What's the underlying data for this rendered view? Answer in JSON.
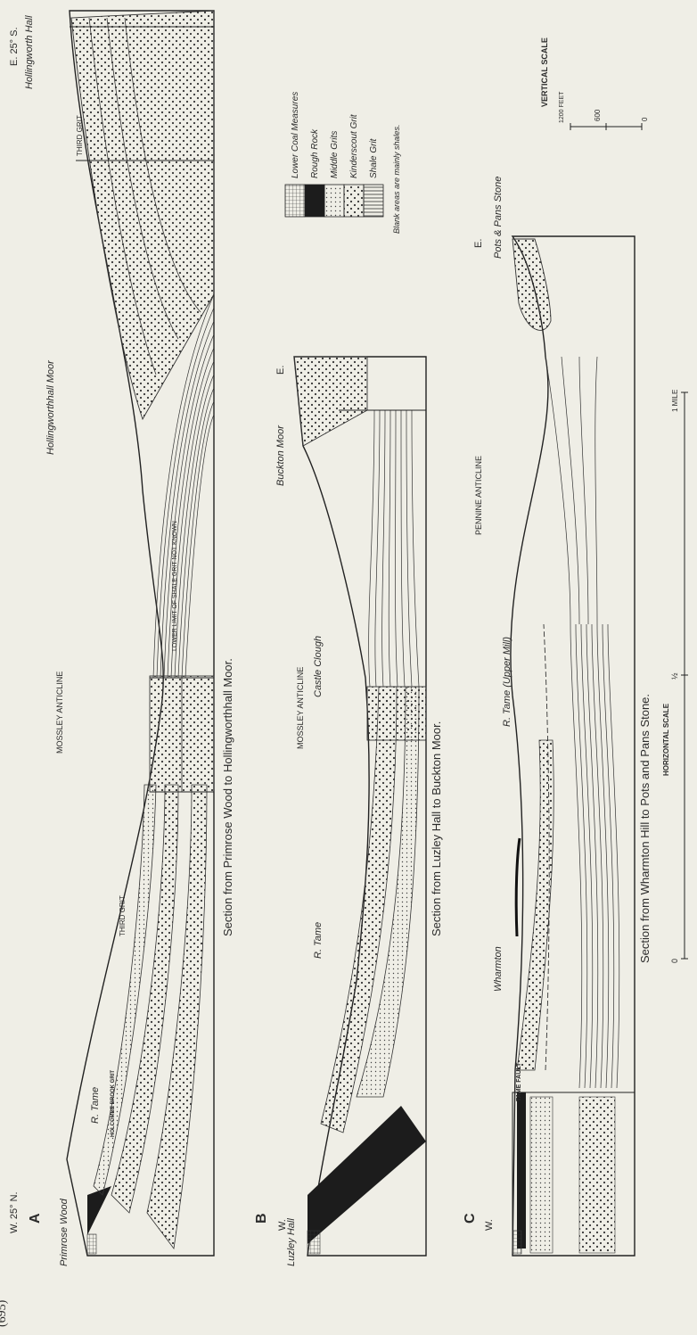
{
  "page_number": "(695)",
  "orientation": {
    "west": "W. 25° N.",
    "east": "E. 25° S."
  },
  "section_a": {
    "letter": "A",
    "caption": "Section from Primrose Wood to Hollingworthhall Moor.",
    "labels": {
      "primrose_wood": "Primrose Wood",
      "r_tame": "R. Tame",
      "holcombe_brook_grit": "HOLCOMBE BROOK GRIT",
      "third_grit_1": "THIRD GRIT",
      "mossley_anticline": "MOSSLEY ANTICLINE",
      "lower_limit": "LOWER LIMIT OF SHALE GRIT NOT KNOWN",
      "hollingworthhall_moor": "Hollingworthhall Moor",
      "third_grit_2": "THIRD GRIT",
      "hollingworth_hall": "Hollingworth Hall"
    }
  },
  "section_b": {
    "letter": "B",
    "west": "W.",
    "east": "E.",
    "caption": "Section from Luzley Hall to Buckton Moor.",
    "labels": {
      "luzley_hall": "Luzley Hall",
      "r_tame": "R. Tame",
      "mossley_anticline": "MOSSLEY ANTICLINE",
      "castle_clough": "Castle Clough",
      "buckton_moor": "Buckton Moor"
    }
  },
  "section_c": {
    "letter": "C",
    "west": "W.",
    "east": "E.",
    "caption": "Section from Wharmton Hill to Pots and Pans Stone.",
    "labels": {
      "tame_fault": "TAME FAULT",
      "wharmton": "Wharmton",
      "r_tame_upper_mill": "R. Tame (Upper Mill)",
      "pennine_anticline": "PENNINE ANTICLINE",
      "pots_pans_stone": "Pots & Pans Stone"
    }
  },
  "legend": {
    "items": [
      {
        "key": "lower_coal_measures",
        "label": "Lower Coal Measures"
      },
      {
        "key": "rough_rock",
        "label": "Rough Rock"
      },
      {
        "key": "middle_grits",
        "label": "Middle Grits"
      },
      {
        "key": "kinderscout_grit",
        "label": "Kinderscout Grit"
      },
      {
        "key": "shale_grit",
        "label": "Shale Grit"
      }
    ],
    "note": "Blank areas are mainly shales."
  },
  "vertical_scale": {
    "title": "VERTICAL SCALE",
    "top": "1200 FEET",
    "mid": "600",
    "bottom": "0"
  },
  "horizontal_scale": {
    "title": "HORIZONTAL SCALE",
    "start": "0",
    "half": "½",
    "end": "1 MILE"
  }
}
